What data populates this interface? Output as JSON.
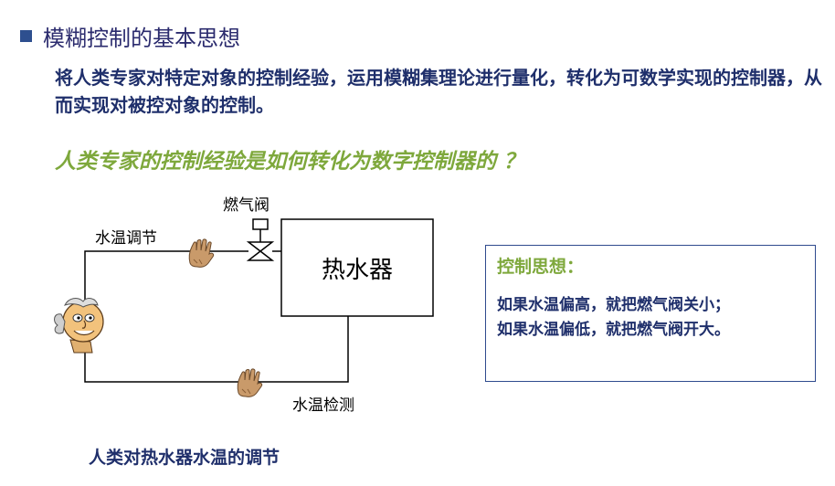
{
  "heading": "模糊控制的基本思想",
  "intro": "将人类专家对特定对象的控制经验，运用模糊集理论进行量化，转化为可数学实现的控制器，从而实现对被控对象的控制。",
  "question": "人类专家的控制经验是如何转化为数字控制器的 ？",
  "diagram": {
    "heater_label": "热水器",
    "gas_valve_label": "燃气阀",
    "temp_adjust_label": "水温调节",
    "temp_detect_label": "水温检测"
  },
  "thought": {
    "title": "控制思想：",
    "lines": [
      "如果水温偏高，就把燃气阀关小；",
      "如果水温偏低，就把燃气阀开大。"
    ]
  },
  "caption": "人类对热水器水温的调节",
  "colors": {
    "heading": "#2b2b6e",
    "bullet": "#2e4f8f",
    "body_text": "#1f2f6b",
    "accent_green": "#7ea83c",
    "box_border": "#2f4b8e"
  },
  "icons": [
    "square-bullet-icon",
    "valve-icon",
    "hand-icon",
    "expert-face-icon"
  ]
}
